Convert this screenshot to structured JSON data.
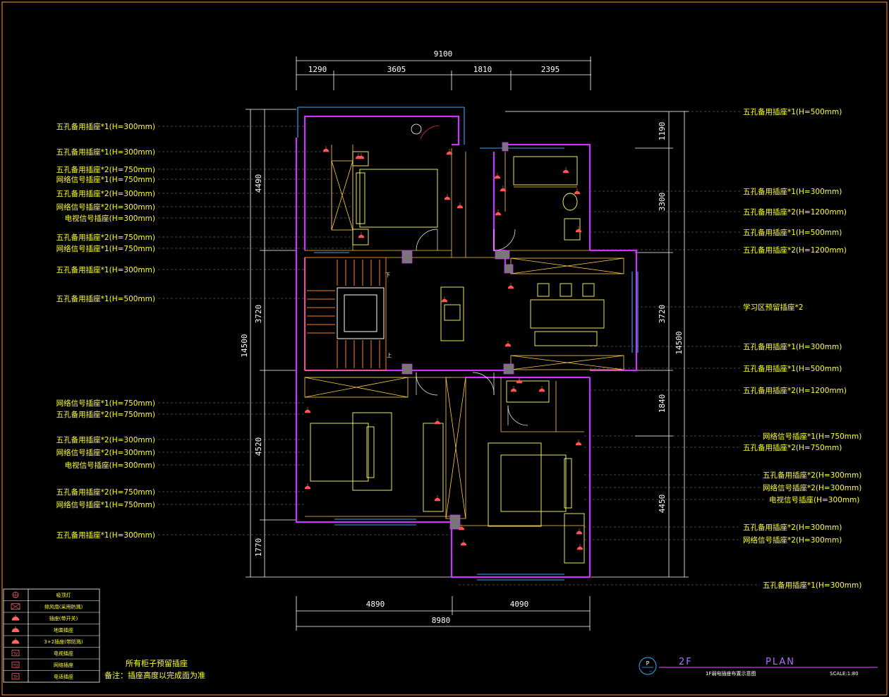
{
  "dims": {
    "top_total": "9100",
    "top_segments": [
      "1290",
      "3605",
      "1810",
      "2395"
    ],
    "bottom_segments": [
      "4890",
      "4090"
    ],
    "bottom_total": "8980",
    "left_segments": [
      "4490",
      "3720",
      "4520",
      "1770"
    ],
    "left_total": "14500",
    "right_segments": [
      "1190",
      "3300",
      "3720",
      "1840",
      "4450"
    ],
    "right_total": "14500"
  },
  "left_labels": [
    "五孔备用插座*1(H=300mm)",
    "五孔备用插座*1(H=300mm)",
    "五孔备用插座*2(H=750mm)",
    "网络信号插座*1(H=750mm)",
    "五孔备用插座*2(H=300mm)",
    "网络信号插座*2(H=300mm)",
    "电视信号插座(H=300mm)",
    "五孔备用插座*2(H=750mm)",
    "网络信号插座*1(H=750mm)",
    "五孔备用插座*1(H=300mm)",
    "五孔备用插座*1(H=500mm)",
    "网络信号插座*1(H=750mm)",
    "五孔备用插座*2(H=750mm)",
    "五孔备用插座*2(H=300mm)",
    "网络信号插座*2(H=300mm)",
    "电视信号插座(H=300mm)",
    "五孔备用插座*2(H=750mm)",
    "网络信号插座*1(H=750mm)",
    "五孔备用插座*1(H=300mm)"
  ],
  "right_labels": [
    "五孔备用插座*1(H=500mm)",
    "五孔备用插座*1(H=300mm)",
    "五孔备用插座*2(H=1200mm)",
    "五孔备用插座*1(H=500mm)",
    "五孔备用插座*2(H=1200mm)",
    "学习区预留插座*2",
    "五孔备用插座*1(H=300mm)",
    "五孔备用插座*1(H=500mm)",
    "五孔备用插座*2(H=1200mm)",
    "网络信号插座*1(H=750mm)",
    "五孔备用插座*2(H=750mm)",
    "五孔备用插座*2(H=300mm)",
    "网络信号插座*2(H=300mm)",
    "电视信号插座(H=300mm)",
    "五孔备用插座*2(H=300mm)",
    "网络信号插座*2(H=300mm)",
    "五孔备用插座*1(H=300mm)"
  ],
  "legend": [
    {
      "icon": "ceiling-light-icon",
      "text": "吸顶灯"
    },
    {
      "icon": "exhaust-fan-icon",
      "text": "排风扇(采用防溅)"
    },
    {
      "icon": "socket-switch-icon",
      "text": "插座(带开关)"
    },
    {
      "icon": "floor-socket-icon",
      "text": "地面插座"
    },
    {
      "icon": "three-two-socket-icon",
      "text": "3+2插座(带防溅)"
    },
    {
      "icon": "tv-socket-icon",
      "text": "电视插座"
    },
    {
      "icon": "network-socket-icon",
      "text": "网络插座"
    },
    {
      "icon": "phone-socket-icon",
      "text": "电话插座"
    }
  ],
  "notes": {
    "line1": "所有柜子预留插座",
    "line2": "备注：插座高度以完成面为准"
  },
  "titleblock": {
    "badge": "P",
    "floor": "2F",
    "plan": "PLAN",
    "subtitle": "1F弱电插座布置示意图",
    "scale": "SCALE:1:80"
  },
  "plan_marks": {
    "up": "上",
    "down": "下"
  },
  "colors": {
    "wall": "#cc33ff",
    "furniture": "#ffff66",
    "stair": "#ff7a1a",
    "window": "#33aaff",
    "socket": "#ff5555",
    "label": "#ffff33",
    "dimension": "#ffffff"
  }
}
